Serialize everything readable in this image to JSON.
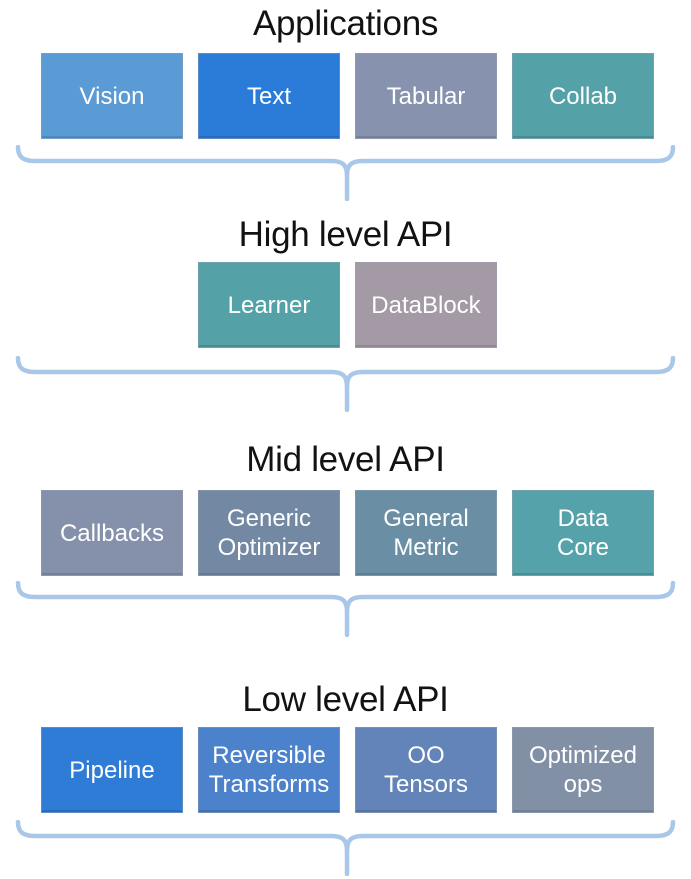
{
  "page": {
    "background": "#FFFFFF"
  },
  "styles": {
    "title_color": "#121212",
    "box_text_color": "#FFFFFF",
    "brace_color": "#A9C7E8"
  },
  "sections": [
    {
      "title": "Applications",
      "boxes": [
        {
          "label": "Vision",
          "color": "#5B9BD5"
        },
        {
          "label": "Text",
          "color": "#2B7CD8"
        },
        {
          "label": "Tabular",
          "color": "#8793AE"
        },
        {
          "label": "Collab",
          "color": "#54A1A8"
        }
      ]
    },
    {
      "title": "High level API",
      "boxes": [
        {
          "label": "Learner",
          "color": "#54A1A8"
        },
        {
          "label": "DataBlock",
          "color": "#A39AA5"
        }
      ]
    },
    {
      "title": "Mid level API",
      "boxes": [
        {
          "label": "Callbacks",
          "color": "#8591AB"
        },
        {
          "label": "Generic\nOptimizer",
          "color": "#7389A3"
        },
        {
          "label": "General\nMetric",
          "color": "#6A8FA5"
        },
        {
          "label": "Data\nCore",
          "color": "#55A2AA"
        }
      ]
    },
    {
      "title": "Low level API",
      "boxes": [
        {
          "label": "Pipeline",
          "color": "#2E7CD6"
        },
        {
          "label": "Reversible\nTransforms",
          "color": "#4C82CB"
        },
        {
          "label": "OO\nTensors",
          "color": "#6384B8"
        },
        {
          "label": "Optimized\nops",
          "color": "#8290A6"
        }
      ]
    }
  ]
}
